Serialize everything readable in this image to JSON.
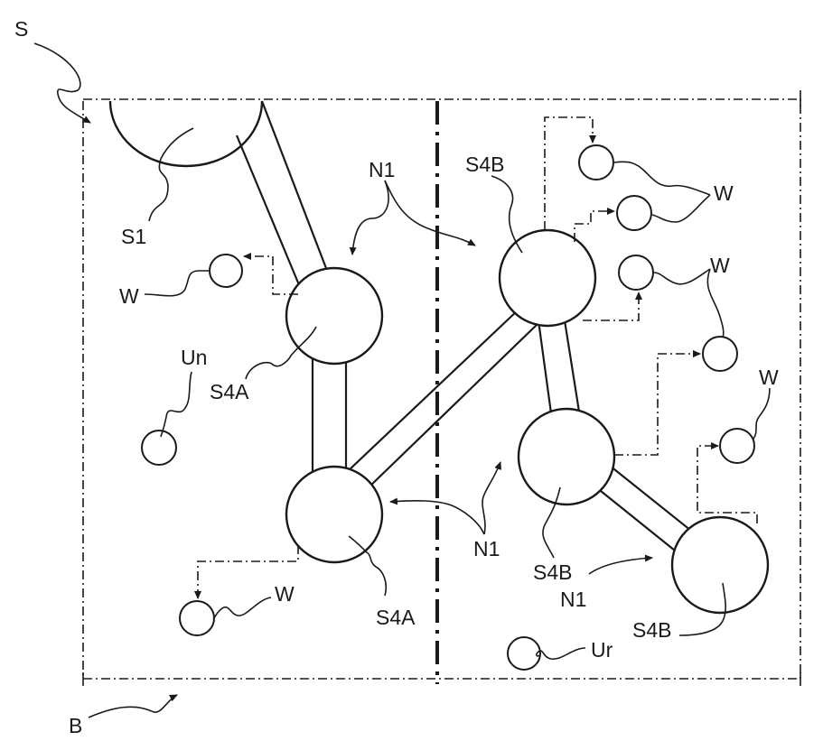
{
  "labels": {
    "system": "S",
    "boundary": "B",
    "station1": "S1",
    "node_a": "N1",
    "node_b": "N1",
    "node_c": "N1",
    "node_d": "N1",
    "s4a_upper": "S4A",
    "s4a_lower": "S4A",
    "s4b_top": "S4B",
    "s4b_mid": "S4B",
    "s4b_bottom": "S4B",
    "un": "Un",
    "ur": "Ur",
    "w_left_upper": "W",
    "w_left_lower": "W",
    "w_right_1": "W",
    "w_right_2": "W",
    "w_right_3": "W"
  },
  "colors": {
    "line": "#1a1a1a",
    "background": "#ffffff"
  }
}
